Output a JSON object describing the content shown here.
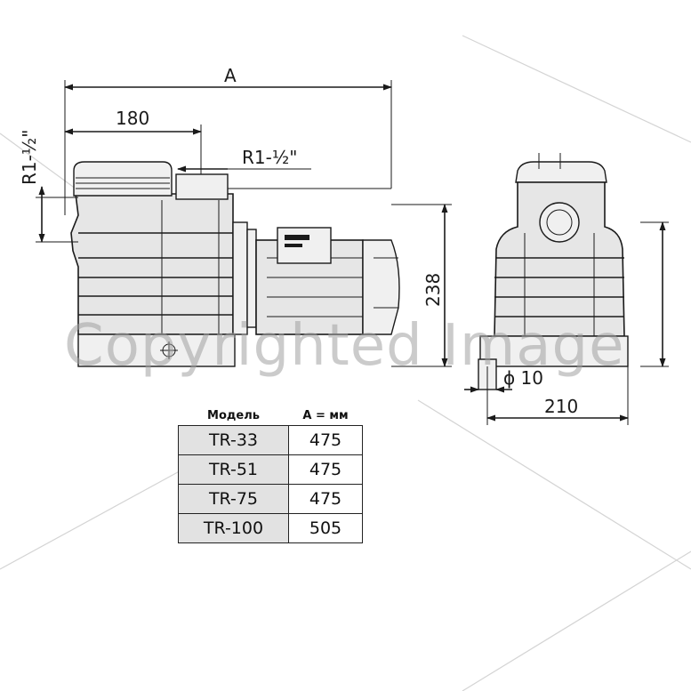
{
  "dimensions": {
    "overall_length": "A",
    "inlet_offset": "180",
    "outlet_thread": "R1-½\"",
    "inlet_thread": "R1-½\"",
    "height": "238",
    "mount_hole": "ϕ 10",
    "base_width": "210"
  },
  "table": {
    "headers": [
      "Модель",
      "A = мм"
    ],
    "rows": [
      {
        "model": "TR-33",
        "a": "475"
      },
      {
        "model": "TR-51",
        "a": "475"
      },
      {
        "model": "TR-75",
        "a": "475"
      },
      {
        "model": "TR-100",
        "a": "505"
      }
    ]
  },
  "watermark": "Copyrighted Image",
  "colors": {
    "line": "#1a1a1a",
    "body_fill": "#e6e6e6",
    "model_cell": "#e2e2e2",
    "watermark": "#a0a0a0"
  }
}
